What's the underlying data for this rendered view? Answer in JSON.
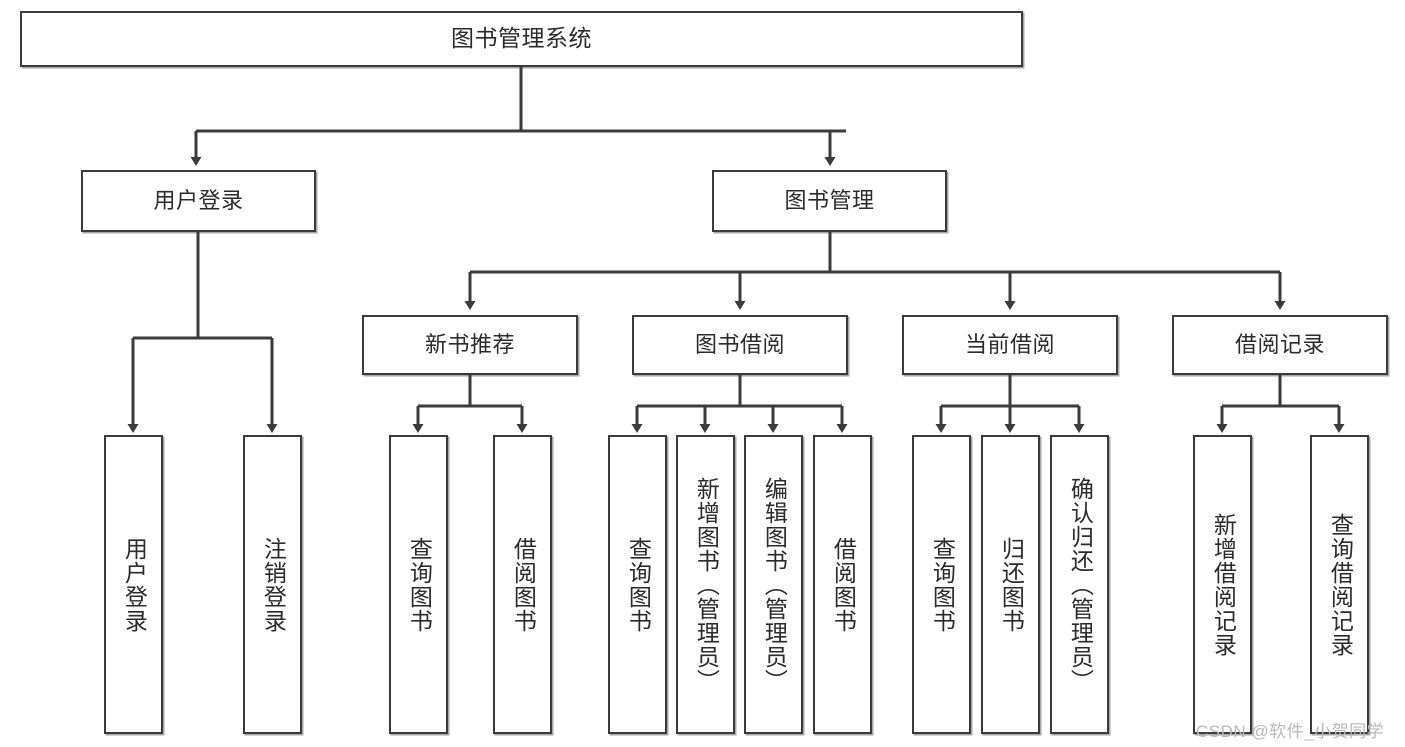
{
  "diagram": {
    "type": "tree-hierarchy-chart",
    "title": "图书管理系统",
    "orientation": "top-down",
    "colors": {
      "box_border": "#3b3b3b",
      "box_fill": "#ffffff",
      "edge": "#3b3b3b",
      "text": "#2b2b2b",
      "watermark": "#b9b9b9",
      "background": "#ffffff"
    },
    "root": {
      "id": "root",
      "label": "图书管理系统"
    },
    "level2": [
      {
        "id": "user-login",
        "label": "用户登录"
      },
      {
        "id": "book-manage",
        "label": "图书管理"
      }
    ],
    "level3": [
      {
        "id": "new-book-recommend",
        "label": "新书推荐",
        "parent": "book-manage"
      },
      {
        "id": "book-borrow",
        "label": "图书借阅",
        "parent": "book-manage"
      },
      {
        "id": "current-borrow",
        "label": "当前借阅",
        "parent": "book-manage"
      },
      {
        "id": "borrow-record",
        "label": "借阅记录",
        "parent": "book-manage"
      }
    ],
    "leaves": [
      {
        "id": "leaf-user-login",
        "label": "用户登录",
        "parent": "user-login"
      },
      {
        "id": "leaf-logout-login",
        "label": "注销登录",
        "parent": "user-login"
      },
      {
        "id": "leaf-query-book-1",
        "label": "查询图书",
        "parent": "new-book-recommend"
      },
      {
        "id": "leaf-borrow-book-1",
        "label": "借阅图书",
        "parent": "new-book-recommend"
      },
      {
        "id": "leaf-query-book-2",
        "label": "查询图书",
        "parent": "book-borrow"
      },
      {
        "id": "leaf-add-book",
        "label": "新增图书（管理员）",
        "parent": "book-borrow"
      },
      {
        "id": "leaf-edit-book",
        "label": "编辑图书（管理员）",
        "parent": "book-borrow"
      },
      {
        "id": "leaf-borrow-book-2",
        "label": "借阅图书",
        "parent": "book-borrow"
      },
      {
        "id": "leaf-query-book-3",
        "label": "查询图书",
        "parent": "current-borrow"
      },
      {
        "id": "leaf-return-book",
        "label": "归还图书",
        "parent": "current-borrow"
      },
      {
        "id": "leaf-confirm-return",
        "label": "确认归还（管理员）",
        "parent": "current-borrow"
      },
      {
        "id": "leaf-add-record",
        "label": "新增借阅记录",
        "parent": "borrow-record"
      },
      {
        "id": "leaf-query-record",
        "label": "查询借阅记录",
        "parent": "borrow-record"
      }
    ],
    "watermark": "CSDN @软件_小贺同学"
  }
}
